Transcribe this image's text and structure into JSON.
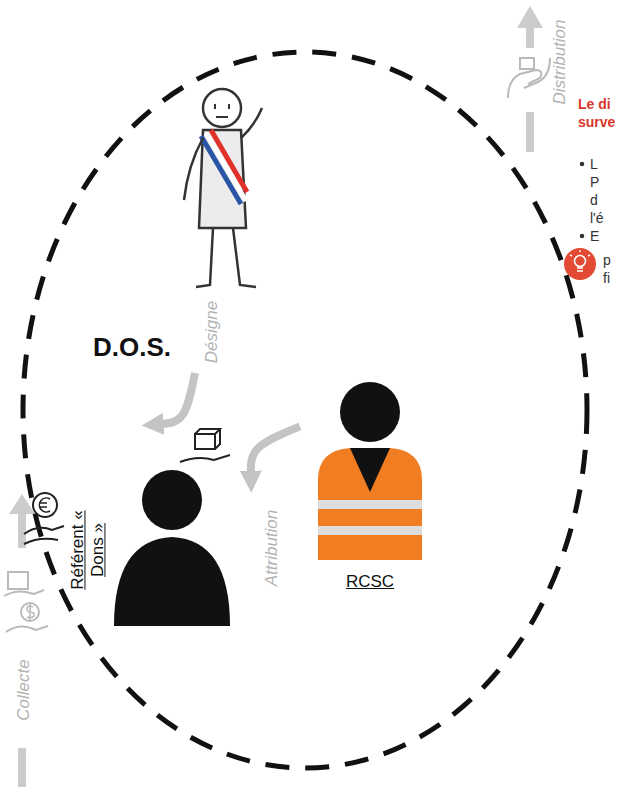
{
  "diagram": {
    "nodes": [
      {
        "text": [
          "D.O.S."
        ]
      },
      {
        "text": [
          "Référent « Dons »"
        ]
      },
      {
        "text": [
          "RCSC"
        ]
      }
    ],
    "edges": [
      {
        "from": 0,
        "to": 1,
        "arrow": "to",
        "label": "Désigne"
      },
      {
        "from": 2,
        "to": 1,
        "arrow": "to",
        "label": "Attribution"
      }
    ],
    "labels": [
      "Collecte",
      "Distribution",
      "Le di",
      "surve",
      "L",
      "P",
      "d",
      "l'é",
      "E",
      "p",
      "fi"
    ]
  }
}
